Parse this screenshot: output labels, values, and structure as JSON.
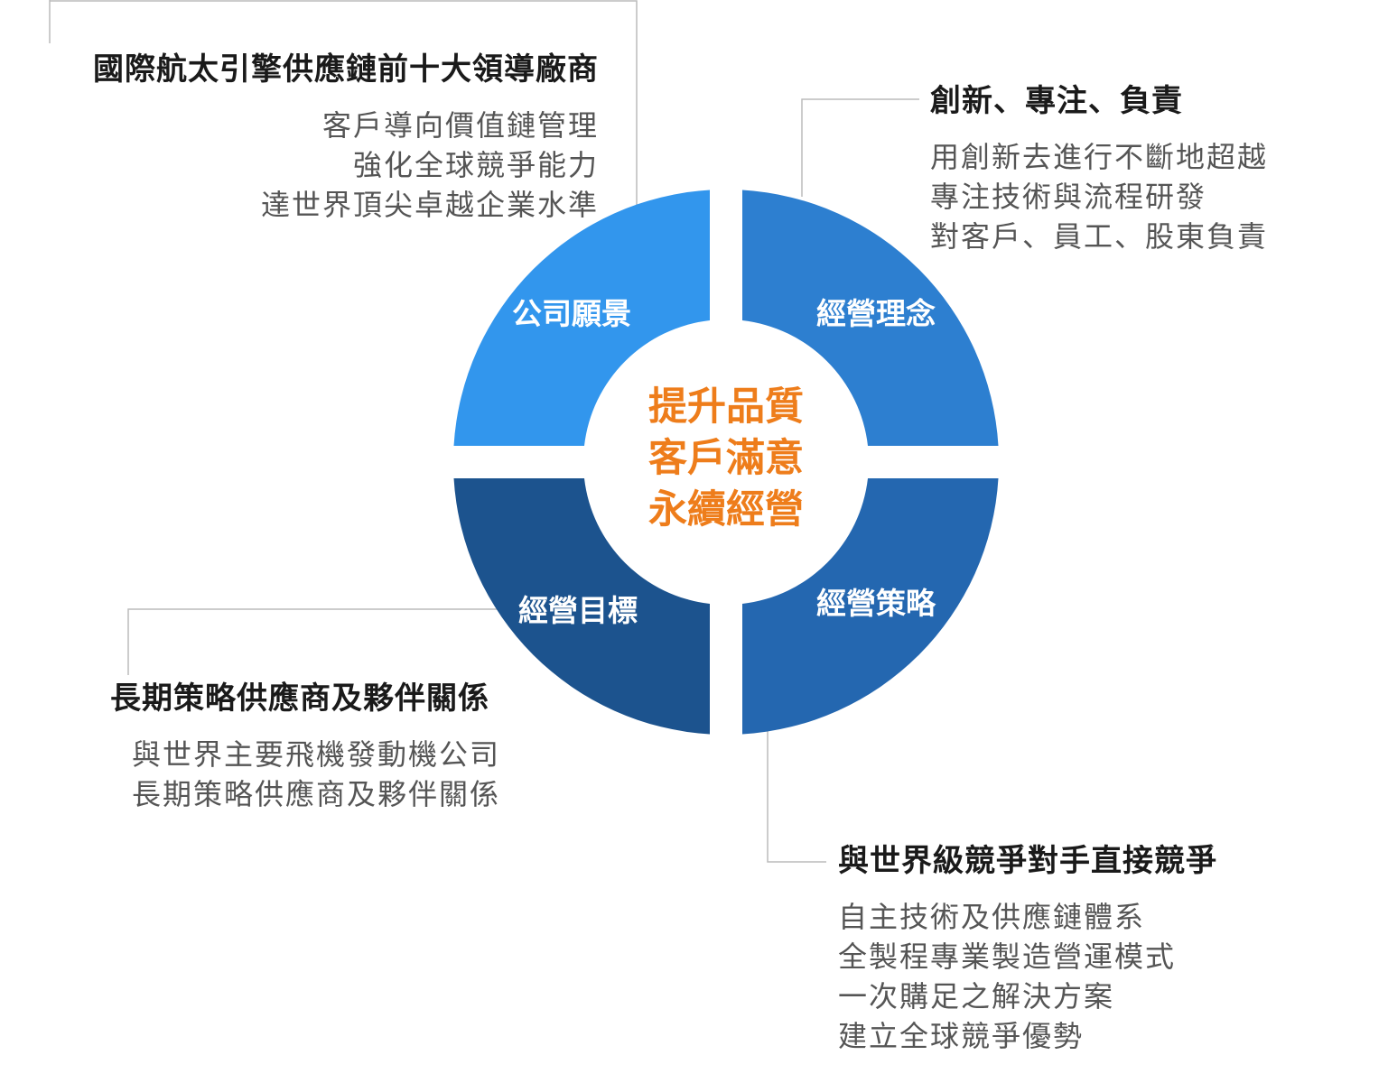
{
  "center": {
    "lines": [
      "提升品質",
      "客戶滿意",
      "永續經營"
    ]
  },
  "segments": {
    "vision": {
      "label": "公司願景",
      "color": "#3296ed"
    },
    "philosophy": {
      "label": "經營理念",
      "color": "#2d7fd0"
    },
    "goal": {
      "label": "經營目標",
      "color": "#1c538e"
    },
    "strategy": {
      "label": "經營策略",
      "color": "#2467b0"
    }
  },
  "accent_color": "#ee7d1b",
  "blocks": {
    "vision": {
      "heading": "國際航太引擎供應鏈前十大領導廠商",
      "lines": [
        "客戶導向價值鏈管理",
        "強化全球競爭能力",
        "達世界頂尖卓越企業水準"
      ]
    },
    "philosophy": {
      "heading": "創新、專注、負責",
      "lines": [
        "用創新去進行不斷地超越",
        "專注技術與流程研發",
        "對客戶、員工、股東負責"
      ]
    },
    "goal": {
      "heading": "長期策略供應商及夥伴關係",
      "lines": [
        "與世界主要飛機發動機公司",
        "長期策略供應商及夥伴關係"
      ]
    },
    "strategy": {
      "heading": "與世界級競爭對手直接競爭",
      "lines": [
        "自主技術及供應鏈體系",
        "全製程專業製造營運模式",
        "一次購足之解決方案",
        "建立全球競爭優勢"
      ]
    }
  }
}
